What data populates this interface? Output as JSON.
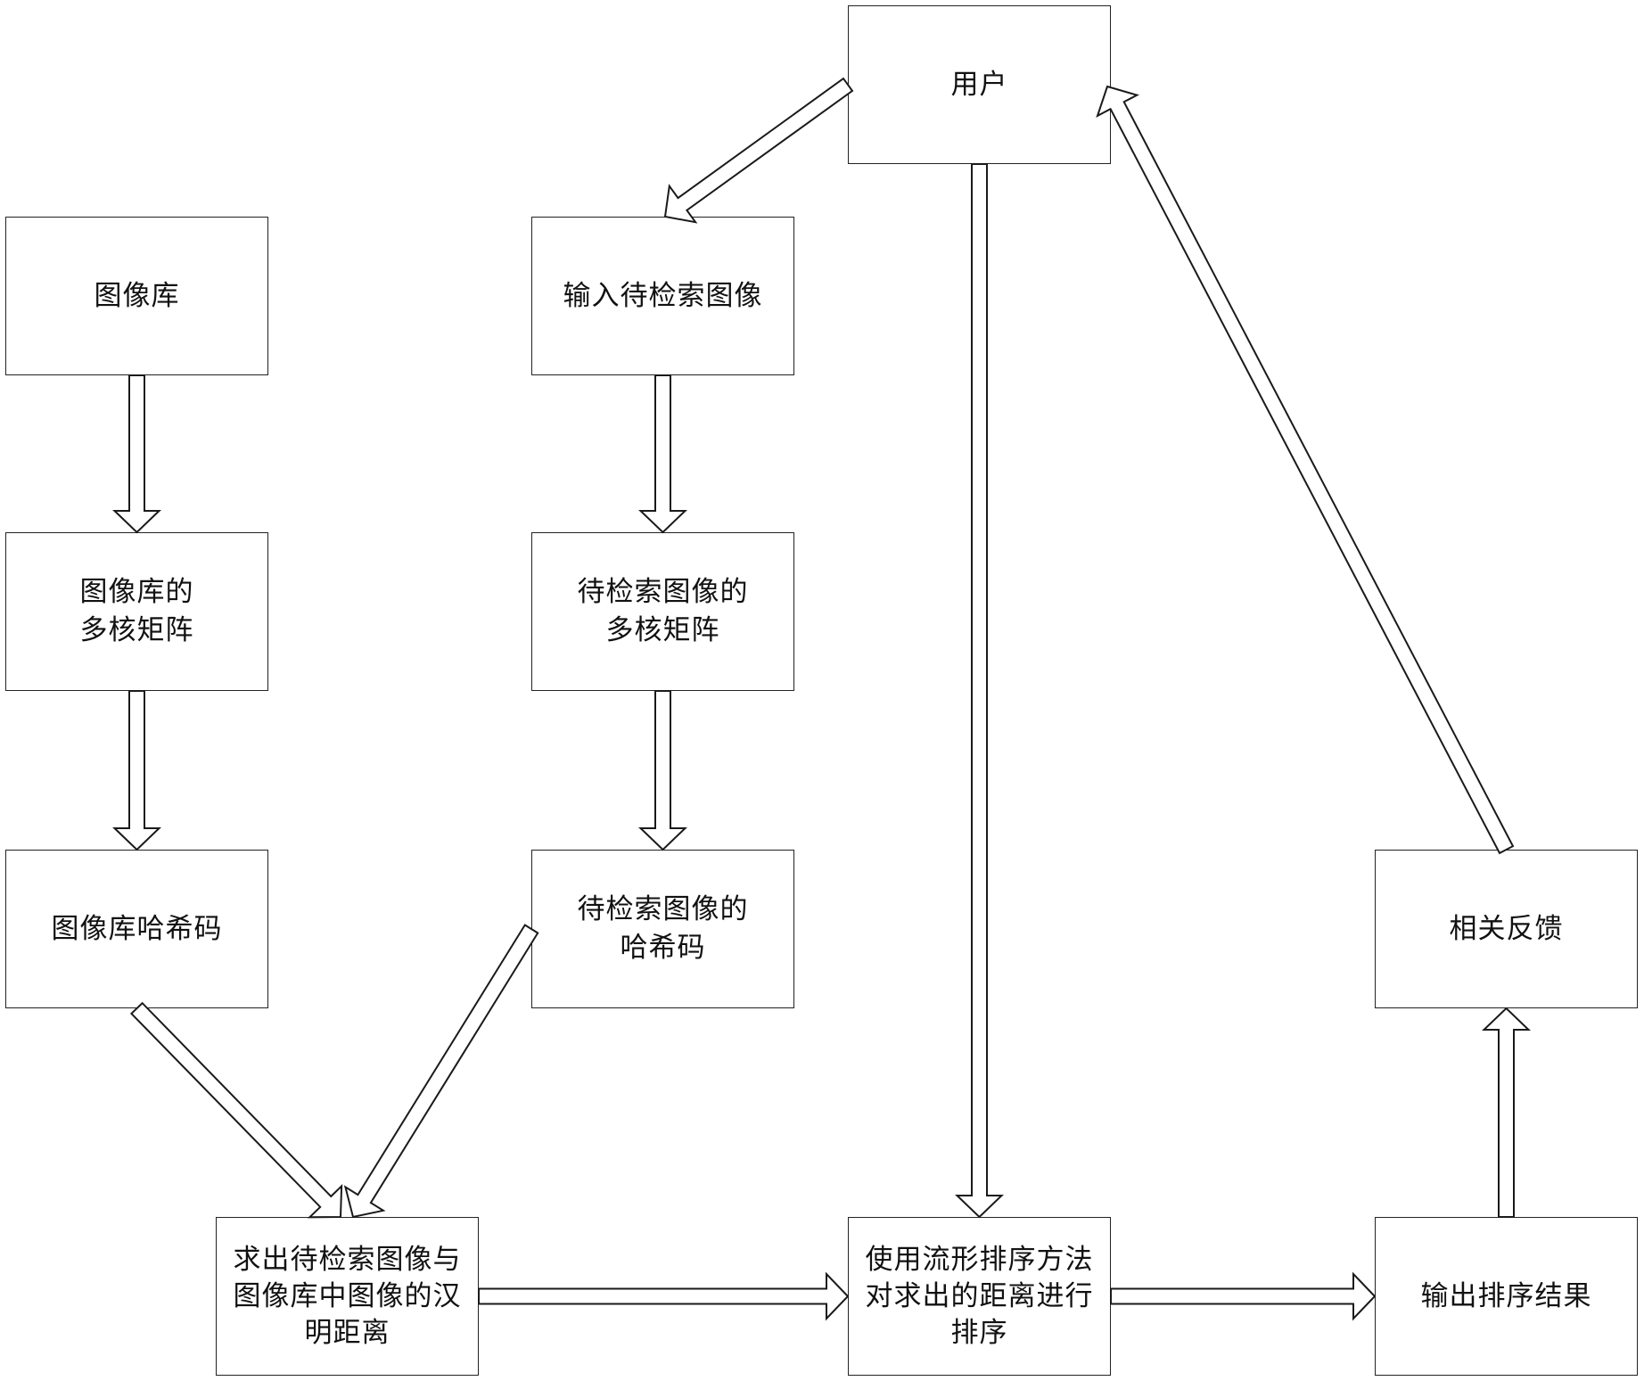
{
  "nodes": [
    {
      "lines": [
        "用户"
      ]
    },
    {
      "lines": [
        "图像库"
      ]
    },
    {
      "lines": [
        "输入待检索图像"
      ]
    },
    {
      "lines": [
        "图像库的",
        "多核矩阵"
      ]
    },
    {
      "lines": [
        "待检索图像的",
        "多核矩阵"
      ]
    },
    {
      "lines": [
        "图像库哈希码"
      ]
    },
    {
      "lines": [
        "待检索图像的",
        "哈希码"
      ]
    },
    {
      "lines": [
        "相关反馈"
      ]
    },
    {
      "lines": [
        "求出待检索图像与",
        "图像库中图像的汉",
        "明距离"
      ]
    },
    {
      "lines": [
        "使用流形排序方法",
        "对求出的距离进行",
        "排序"
      ]
    },
    {
      "lines": [
        "输出排序结果"
      ]
    }
  ],
  "edges": [
    [
      1,
      3
    ],
    [
      3,
      5
    ],
    [
      2,
      4
    ],
    [
      4,
      6
    ],
    [
      5,
      8
    ],
    [
      6,
      8
    ],
    [
      0,
      2
    ],
    [
      0,
      9
    ],
    [
      8,
      9
    ],
    [
      9,
      10
    ],
    [
      10,
      7
    ],
    [
      7,
      0
    ]
  ],
  "colors": {
    "stroke": "#1a1a1a",
    "fill": "#ffffff",
    "box_border": "#222222"
  }
}
